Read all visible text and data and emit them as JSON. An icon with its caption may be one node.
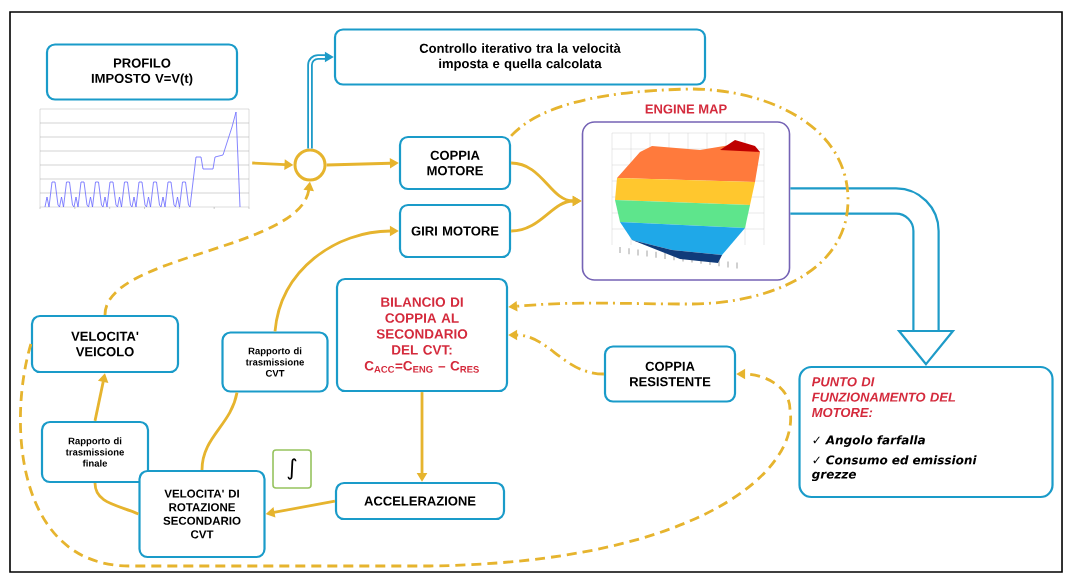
{
  "diagram": {
    "nodes": [
      {
        "text": [
          "PROFILO IMPOSTO V=V(t)"
        ]
      },
      {
        "text": [],
        "shape": "picture"
      },
      {
        "text": [],
        "shape": "circle"
      },
      {
        "text": [
          "Controllo iterativo tra la velocità imposta e quella calcolata"
        ]
      },
      {
        "text": [
          "COPPIA MOTORE"
        ]
      },
      {
        "text": [
          "GIRI MOTORE"
        ]
      },
      {
        "text": [
          "ENGINE MAP"
        ]
      },
      {
        "text": [
          "BILANCIO DI COPPIA AL SECONDARIO DEL CVT: C$_{ACC}$=C$_{ENG}$ – C$_{RES}$"
        ]
      },
      {
        "text": [
          "COPPIA RESISTENTE"
        ]
      },
      {
        "text": [
          "PUNTO DI FUNZIONAMENTO DEL MOTORE:",
          "✓ Angolo farfalla",
          "✓ Consumo ed emissioni grezze"
        ]
      },
      {
        "text": [
          "VELOCITA' VEICOLO"
        ]
      },
      {
        "text": [
          "Rapporto di trasmissione CVT"
        ]
      },
      {
        "text": [
          "Rapporto di trasmissione finale"
        ]
      },
      {
        "text": [
          "VELOCITA' DI ROTAZIONE SECONDARIO CVT"
        ]
      },
      {
        "text": [
          "∫"
        ]
      },
      {
        "text": [
          "ACCELERAZIONE"
        ]
      }
    ],
    "edges": [
      {
        "from": 1,
        "to": 2,
        "arrow": "to"
      },
      {
        "from": 2,
        "to": 3,
        "arrow": "to",
        "style": "thick",
        "color": "#1e9bc8"
      },
      {
        "from": 2,
        "to": 4,
        "arrow": "to"
      },
      {
        "from": 4,
        "to": 6,
        "arrow": "to"
      },
      {
        "from": 5,
        "to": 6,
        "arrow": "to"
      },
      {
        "from": 6,
        "to": 9,
        "arrow": "to",
        "style": "thick",
        "color": "#1e9bc8"
      },
      {
        "from": 4,
        "to": 7,
        "arrow": "to",
        "style": "dashed"
      },
      {
        "from": 8,
        "to": 7,
        "arrow": "to",
        "style": "dashed"
      },
      {
        "from": 10,
        "to": 8,
        "arrow": "to",
        "style": "dashed"
      },
      {
        "from": 10,
        "to": 2,
        "arrow": "to",
        "style": "dashed"
      },
      {
        "from": 7,
        "to": 15,
        "arrow": "to"
      },
      {
        "from": 15,
        "to": 13,
        "arrow": "to"
      },
      {
        "from": 13,
        "to": 12,
        "arrow": "none"
      },
      {
        "from": 12,
        "to": 10,
        "arrow": "to"
      },
      {
        "from": 13,
        "to": 11,
        "arrow": "none"
      },
      {
        "from": 11,
        "to": 5,
        "arrow": "to"
      }
    ]
  }
}
